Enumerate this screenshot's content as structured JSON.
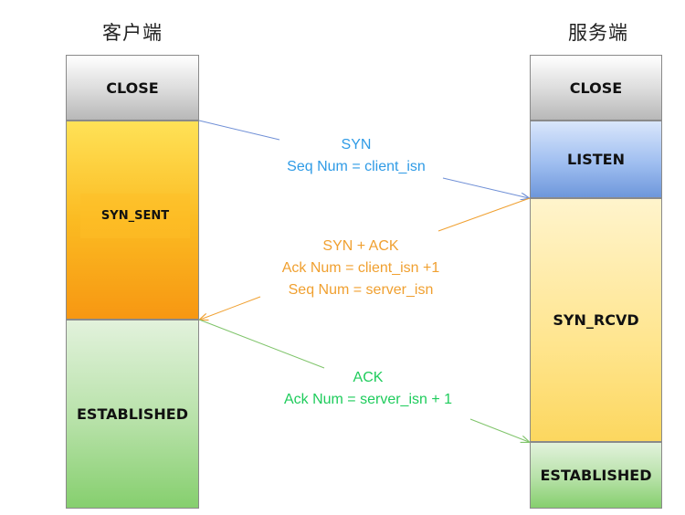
{
  "client": {
    "title": "客户端",
    "states": {
      "close": "CLOSE",
      "syn_sent": "SYN_SENT",
      "established": "ESTABLISHED"
    }
  },
  "server": {
    "title": "服务端",
    "states": {
      "close": "CLOSE",
      "listen": "LISTEN",
      "syn_rcvd": "SYN_RCVD",
      "established": "ESTABLISHED"
    }
  },
  "messages": {
    "syn": {
      "line1": "SYN",
      "line2": "Seq Num = client_isn",
      "color": "#2f9be6"
    },
    "synack": {
      "line1": "SYN + ACK",
      "line2": "Ack Num =  client_isn +1",
      "line3": "Seq Num = server_isn",
      "color": "#f0a030"
    },
    "ack": {
      "line1": "ACK",
      "line2": "Ack Num = server_isn + 1",
      "color": "#1fcc5c"
    }
  },
  "colors": {
    "close": "#c8c8c8",
    "listen": "#8fb3ec",
    "syn_sent": "#f9a818",
    "syn_rcvd": "#ffe17a",
    "established": "#9ed88b"
  }
}
